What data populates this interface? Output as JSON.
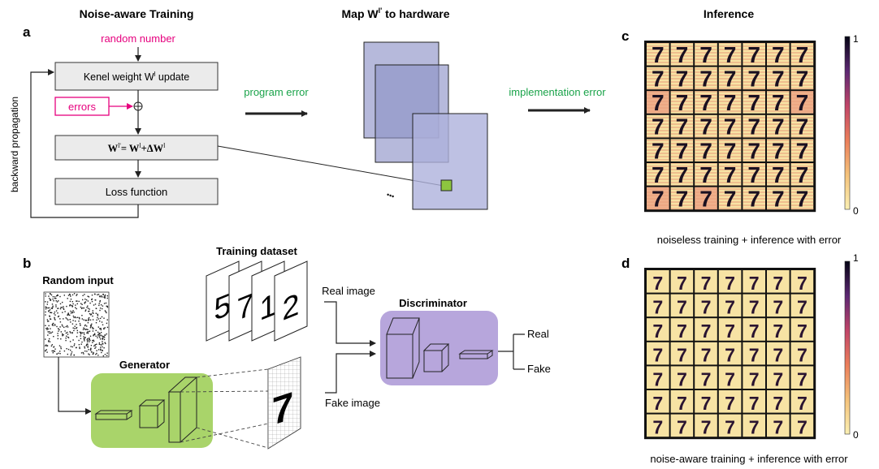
{
  "panel_a": {
    "letter": "a",
    "title": "Noise-aware Training",
    "random_number": "random number",
    "weight_update": "Kenel weight W",
    "weight_update_sup": "l",
    "weight_update_tail": " update",
    "errors": "errors",
    "equation": "W",
    "equation_sup1": "l'",
    "equation_mid": "= W",
    "equation_sup2": "l",
    "equation_tail": "+ΔW",
    "equation_sup3": "l",
    "loss": "Loss function",
    "backprop": "backward propagation",
    "program_error": "program error",
    "map_title": "Map W",
    "map_title_sup": "l'",
    "map_title_tail": " to hardware",
    "ellipsis": "•••",
    "implementation_error": "implementation error"
  },
  "panel_b": {
    "letter": "b",
    "random_input": "Random input",
    "training_dataset": "Training dataset",
    "digits": [
      "5",
      "7",
      "1",
      "2"
    ],
    "real_image": "Real image",
    "fake_image": "Fake image",
    "generator": "Generator",
    "discriminator": "Discriminator",
    "real": "Real",
    "fake": "Fake",
    "generated_digit": "7"
  },
  "panel_c": {
    "letter": "c",
    "title": "Inference",
    "cbar_max": "1",
    "cbar_min": "0",
    "caption": "noiseless training +  inference with error",
    "grid": {
      "rows": 7,
      "cols": 7,
      "glyph": "7"
    }
  },
  "panel_d": {
    "letter": "d",
    "cbar_max": "1",
    "cbar_min": "0",
    "caption": "noise-aware training + inference with error",
    "grid": {
      "rows": 7,
      "cols": 7,
      "glyph": "7"
    }
  },
  "colors": {
    "magenta": "#e6007e",
    "green_text": "#1aa34a",
    "box_fill": "#ebebeb",
    "plane_blue": "#8f94c8",
    "chip_green": "#8dc63f",
    "generator_bg": "#a9d46a",
    "discriminator_bg": "#b7a6dc",
    "cell_bg": "#f7e3a4",
    "cell_bg_warm": "#efb08b"
  }
}
